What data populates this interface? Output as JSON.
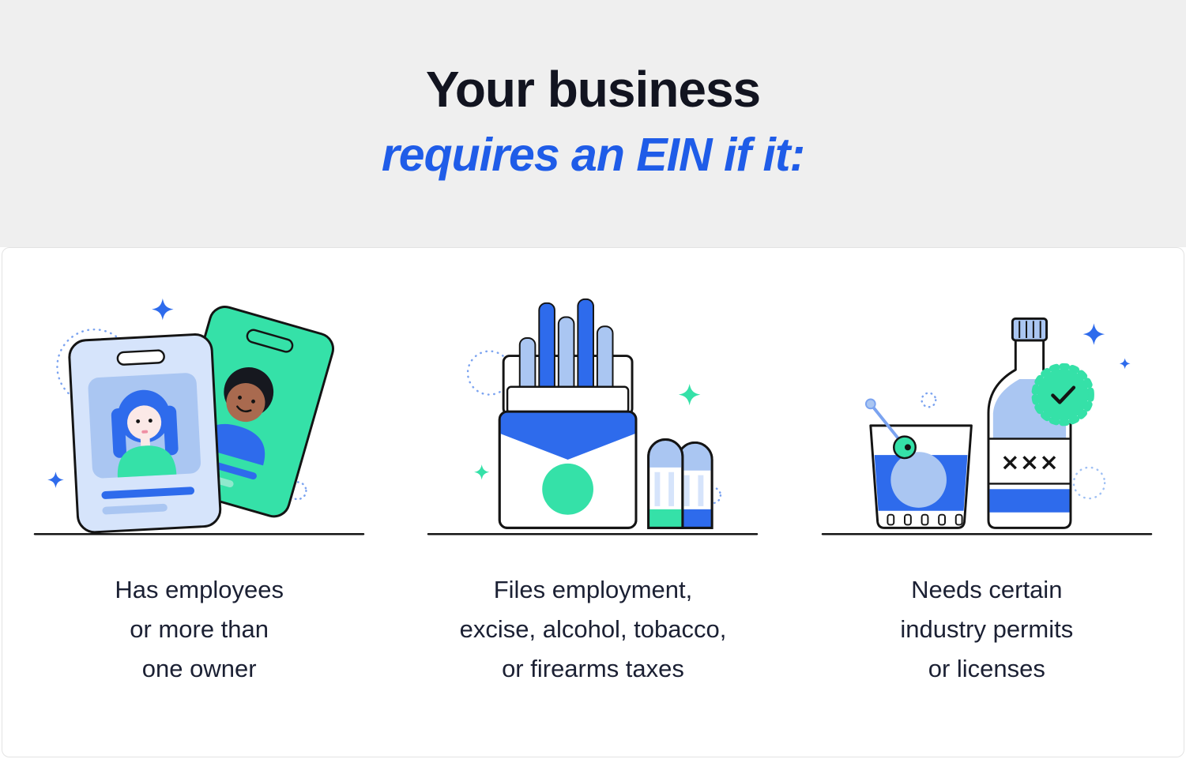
{
  "header": {
    "title_line1": "Your business",
    "title_line2": "requires an EIN if it:"
  },
  "items": [
    {
      "id": "employees",
      "illustration": "two-id-badges",
      "caption_lines": [
        "Has employees",
        "or more than",
        "one owner"
      ]
    },
    {
      "id": "taxes",
      "illustration": "cigarette-pack-and-shells",
      "caption_lines": [
        "Files employment,",
        "excise, alcohol, tobacco,",
        "or firearms taxes"
      ]
    },
    {
      "id": "permits",
      "illustration": "liquor-bottle-and-glass",
      "label_text": "×××",
      "caption_lines": [
        "Needs certain",
        "industry permits",
        "or licenses"
      ]
    }
  ],
  "colors": {
    "accent_blue": "#1f5ce8",
    "medium_blue": "#2e6bec",
    "light_blue": "#aac6f2",
    "mint_green": "#35e1a8",
    "outline": "#141414",
    "header_bg": "#efefef",
    "title_black": "#121420",
    "caption_text": "#1b2033"
  }
}
